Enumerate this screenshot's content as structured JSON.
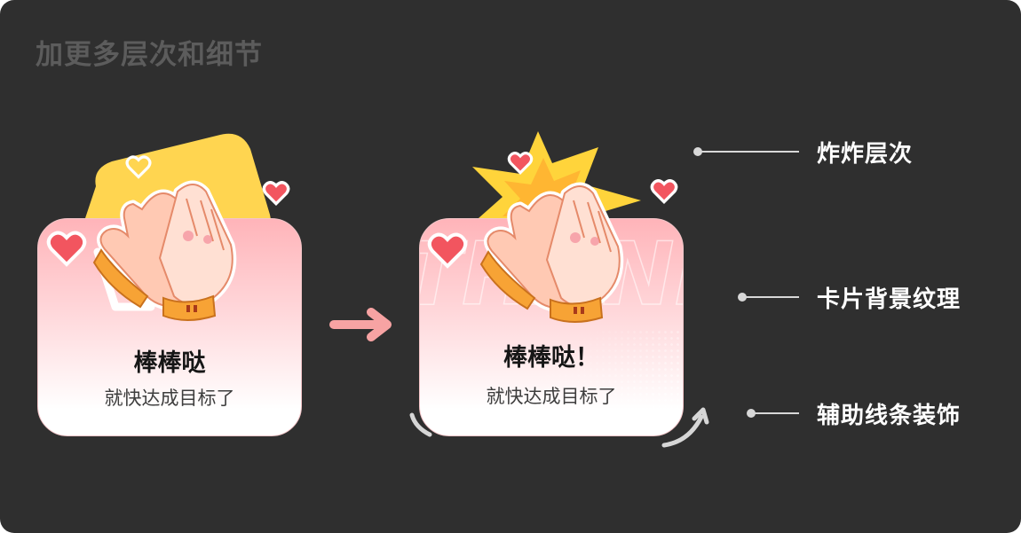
{
  "page": {
    "title": "加更多层次和细节"
  },
  "card_before": {
    "title": "棒棒哒",
    "subtitle": "就快达成目标了"
  },
  "card_after": {
    "title": "棒棒哒！",
    "subtitle": "就快达成目标了",
    "watermark": "THANKS"
  },
  "annotations": [
    {
      "label": "炸炸层次"
    },
    {
      "label": "卡片背景纹理"
    },
    {
      "label": "辅助线条装饰"
    }
  ],
  "icons": [
    "clapping-hands-icon",
    "heart-icon",
    "arrow-right-icon",
    "burst-icon"
  ],
  "colors": {
    "background": "#2f2f2f",
    "title": "#5c5c5c",
    "card_pink": "#ffb4b9",
    "heart": "#f2555f",
    "burst": "#ffd43b",
    "arrow": "#f7a3a3"
  }
}
